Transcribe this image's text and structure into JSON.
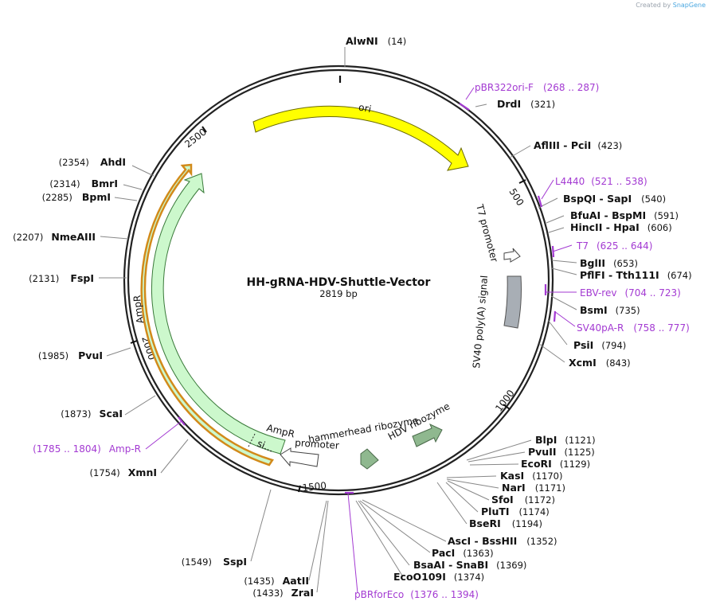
{
  "credit": {
    "prefix": "Created by",
    "brand": "SnapGene"
  },
  "map": {
    "name": "HH-gRNA-HDV-Shuttle-Vector",
    "length_label": "2819 bp",
    "length": 2819
  },
  "ticks": [
    "500",
    "1000",
    "1500",
    "2000",
    "2500"
  ],
  "features": {
    "ori": "ori",
    "t7_promoter": "T7 promoter",
    "sv40_polya": "SV40 poly(A) signal",
    "ampr": "AmpR",
    "ampr_promoter_line1": "AmpR",
    "ampr_promoter_line2": "promoter",
    "signal": "si...",
    "hammerhead": "hammerhead ribozyme",
    "hdv": "HDV ribozyme"
  },
  "enzymes": [
    {
      "name": "AlwNI",
      "pos": "(14)"
    },
    {
      "name": "DrdI",
      "pos": "(321)"
    },
    {
      "name": "AflIII",
      "name2": "PciI",
      "pos": "(423)"
    },
    {
      "name": "BspQI",
      "name2": "SapI",
      "pos": "(540)"
    },
    {
      "name": "BfuAI",
      "name2": "BspMI",
      "pos": "(591)"
    },
    {
      "name": "HincII",
      "name2": "HpaI",
      "pos": "(606)"
    },
    {
      "name": "BglII",
      "pos": "(653)"
    },
    {
      "name": "PflFI",
      "name2": "Tth111I",
      "pos": "(674)"
    },
    {
      "name": "BsmI",
      "pos": "(735)"
    },
    {
      "name": "PsiI",
      "pos": "(794)"
    },
    {
      "name": "XcmI",
      "pos": "(843)"
    },
    {
      "name": "BlpI",
      "pos": "(1121)"
    },
    {
      "name": "PvuII",
      "pos": "(1125)"
    },
    {
      "name": "EcoRI",
      "pos": "(1129)"
    },
    {
      "name": "KasI",
      "pos": "(1170)"
    },
    {
      "name": "NarI",
      "pos": "(1171)"
    },
    {
      "name": "SfoI",
      "pos": "(1172)"
    },
    {
      "name": "PluTI",
      "pos": "(1174)"
    },
    {
      "name": "BseRI",
      "pos": "(1194)"
    },
    {
      "name": "AscI",
      "name2": "BssHII",
      "pos": "(1352)"
    },
    {
      "name": "PacI",
      "pos": "(1363)"
    },
    {
      "name": "BsaAI",
      "name2": "SnaBI",
      "pos": "(1369)"
    },
    {
      "name": "EcoO109I",
      "pos": "(1374)"
    },
    {
      "name": "ZraI",
      "pos": "(1433)"
    },
    {
      "name": "AatII",
      "pos": "(1435)"
    },
    {
      "name": "SspI",
      "pos": "(1549)"
    },
    {
      "name": "XmnI",
      "pos": "(1754)"
    },
    {
      "name": "ScaI",
      "pos": "(1873)"
    },
    {
      "name": "PvuI",
      "pos": "(1985)"
    },
    {
      "name": "FspI",
      "pos": "(2131)"
    },
    {
      "name": "NmeAIII",
      "pos": "(2207)"
    },
    {
      "name": "BpmI",
      "pos": "(2285)"
    },
    {
      "name": "BmrI",
      "pos": "(2314)"
    },
    {
      "name": "AhdI",
      "pos": "(2354)"
    }
  ],
  "primers": [
    {
      "name": "pBR322ori-F",
      "range": "(268 .. 287)"
    },
    {
      "name": "L4440",
      "range": "(521 .. 538)"
    },
    {
      "name": "T7",
      "range": "(625 .. 644)"
    },
    {
      "name": "EBV-rev",
      "range": "(704 .. 723)"
    },
    {
      "name": "SV40pA-R",
      "range": "(758 .. 777)"
    },
    {
      "name": "pBRforEco",
      "range": "(1376 .. 1394)"
    },
    {
      "name": "Amp-R",
      "range": "(1785 .. 1804)"
    }
  ],
  "colors": {
    "ori": "#ffff00",
    "ampr": "#ccf8cc",
    "ampr_outline": "#d28a1a",
    "sv40": "#a8aeb5",
    "ribozyme": "#8fb88f",
    "primer": "#a33ad2",
    "line": "#888888"
  }
}
